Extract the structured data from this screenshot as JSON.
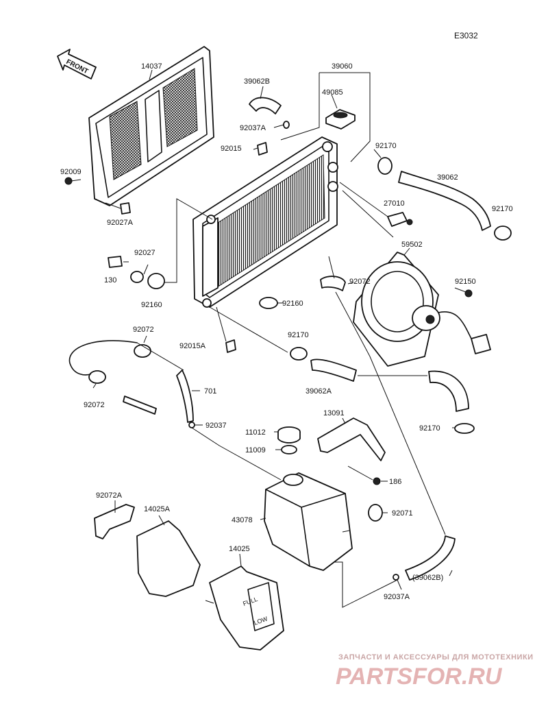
{
  "diagram_code": "E3032",
  "front_arrow_label": "FRONT",
  "tank_markings": {
    "full": "FULL",
    "low": "LOW"
  },
  "watermark": {
    "line1": "ЗАПЧАСТИ И АКСЕССУАРЫ ДЛЯ МОТОТЕХНИКИ",
    "line2": "PARTSFOR.RU"
  },
  "callouts": {
    "p14037": "14037",
    "p39060": "39060",
    "p39062B_top": "39062B",
    "p49085": "49085",
    "p92037A_top": "92037A",
    "p92015": "92015",
    "p92170_a": "92170",
    "p39062": "39062",
    "p92170_b": "92170",
    "p27010": "27010",
    "p92009": "92009",
    "p92027A": "92027A",
    "p92027": "92027",
    "p130": "130",
    "p92160_a": "92160",
    "p59502": "59502",
    "p92072_a": "92072",
    "p92150": "92150",
    "p92160_b": "92160",
    "p92072_b": "92072",
    "p92015A": "92015A",
    "p92170_c": "92170",
    "p39062A": "39062A",
    "p92072_c": "92072",
    "p701": "701",
    "p92037": "92037",
    "p92170_d": "92170",
    "p13091": "13091",
    "p11012": "11012",
    "p11009": "11009",
    "p186": "186",
    "p92072A": "92072A",
    "p14025A": "14025A",
    "p43078": "43078",
    "p92071": "92071",
    "p14025": "14025",
    "p39062B_bottom": "(39062B)",
    "p92037A_bottom": "92037A"
  }
}
